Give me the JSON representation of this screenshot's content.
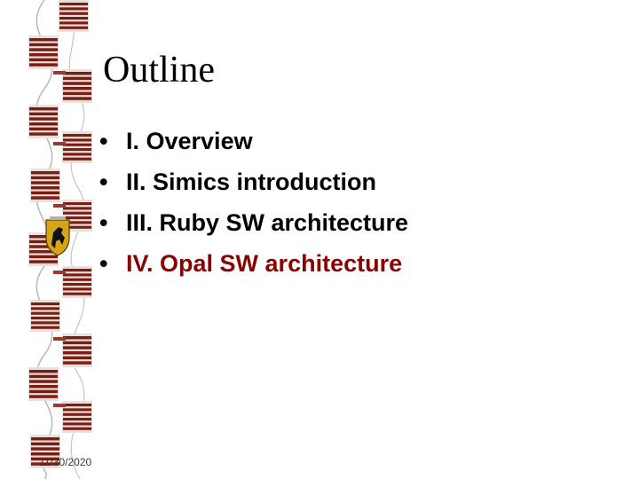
{
  "slide": {
    "title": "Outline",
    "bullets": [
      {
        "marker": "•",
        "text": "I. Overview",
        "color": "#000000"
      },
      {
        "marker": "•",
        "text": "II. Simics introduction",
        "color": "#000000"
      },
      {
        "marker": "•",
        "text": "III. Ruby SW architecture",
        "color": "#000000"
      },
      {
        "marker": "•",
        "text": "IV. Opal SW architecture",
        "color": "#8b0000"
      }
    ],
    "footer_date": "11/30/2020"
  },
  "decoration": {
    "border_icon": "book-binding-pattern",
    "emblem_icon": "horse-crest-icon",
    "brick_color": "#7a1e14",
    "accent_color": "#8b0000"
  }
}
